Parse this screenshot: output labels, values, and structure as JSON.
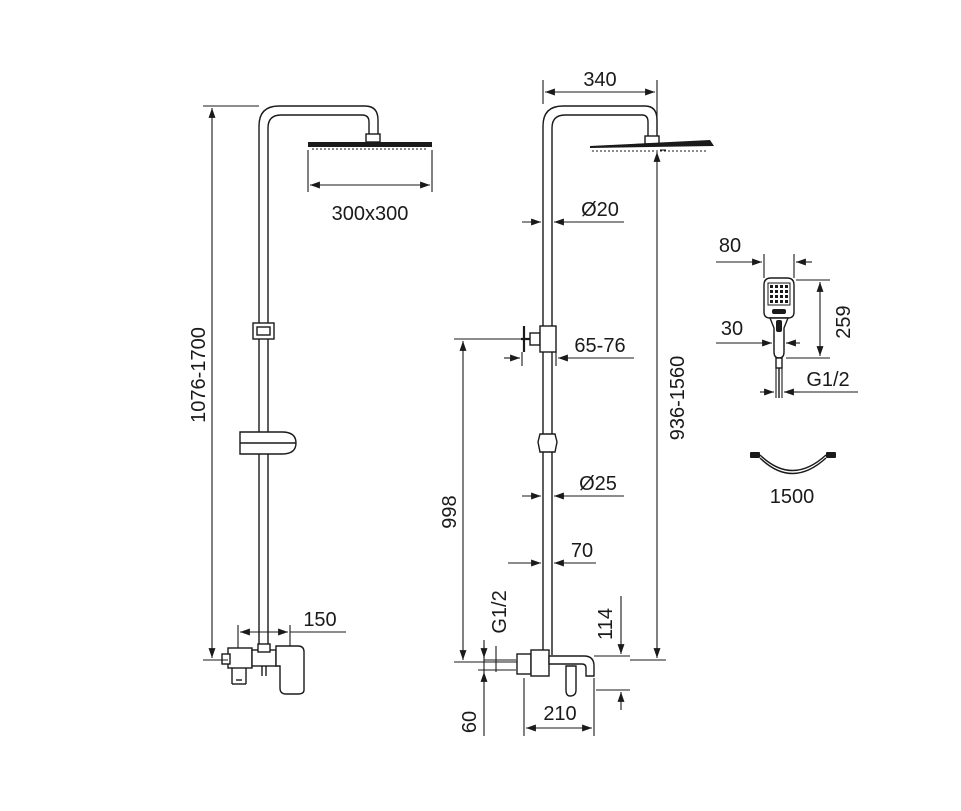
{
  "dimensions": {
    "head_size": "300x300",
    "height_range_left": "1076-1700",
    "mixer_width": "150",
    "arm_reach": "340",
    "rail_diameter_upper": "Ø20",
    "bracket_range": "65-76",
    "rail_diameter_lower": "Ø25",
    "bracket_height": "998",
    "pipe_offset": "70",
    "height_range_right": "936-1560",
    "connection_thread": "G1/2",
    "mixer_height": "114",
    "spout_length": "210",
    "base_height": "60",
    "handshower_width": "80",
    "handshower_length": "259",
    "handshower_neck": "30",
    "handshower_thread": "G1/2",
    "hose_length": "1500"
  }
}
